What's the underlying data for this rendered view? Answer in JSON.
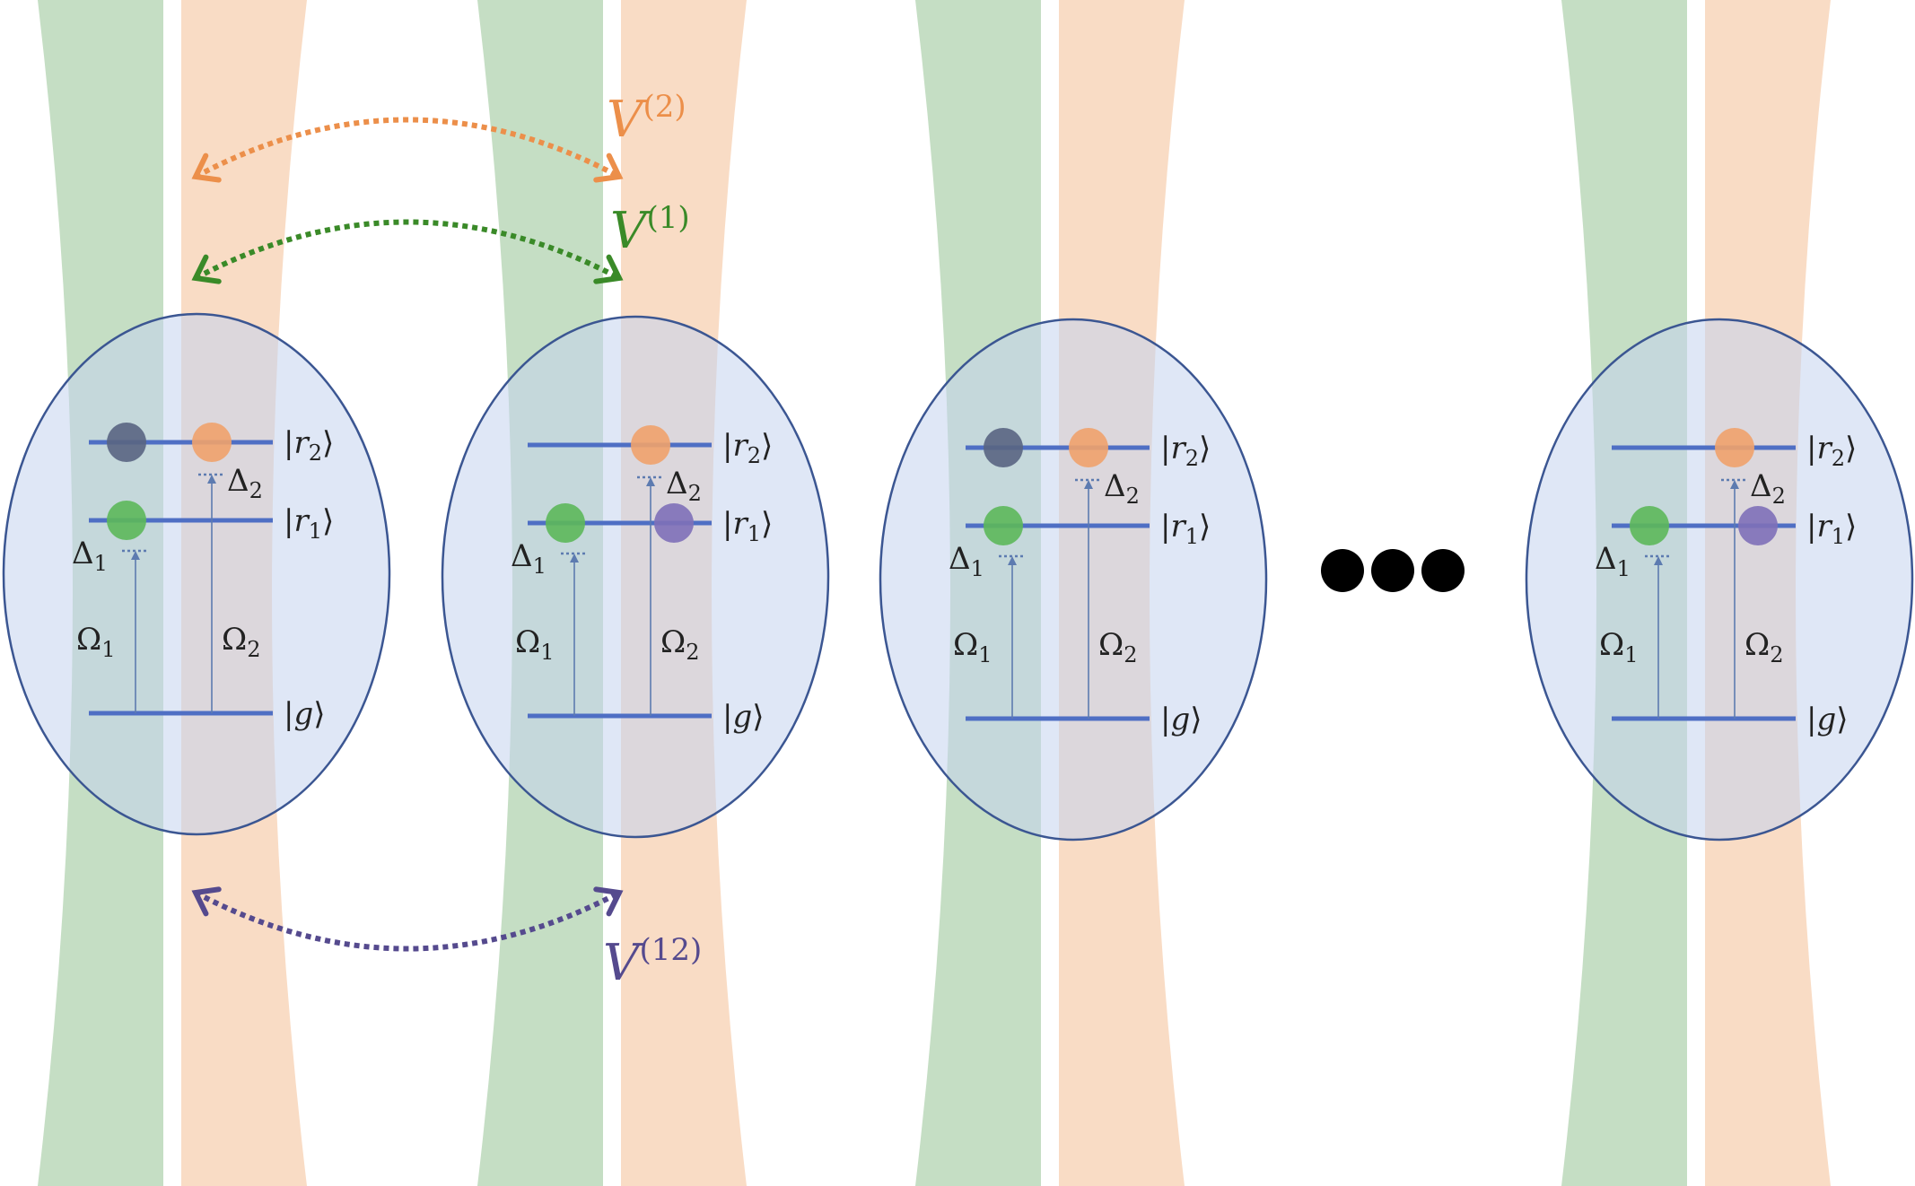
{
  "colors": {
    "green_beam": "#c5dec4",
    "orange_beam": "#f9dcc5",
    "ellipse_fill": "#c5d3ee",
    "ellipse_stroke": "#3b5692",
    "level_line": "#4f6fc4",
    "laser_line": "#5d7bb0",
    "atom_green": "#5cb85a",
    "atom_orange": "#f0a26b",
    "atom_dark": "#596582",
    "atom_purple": "#7e70b8",
    "v1": "#3a8a28",
    "v2": "#ec8f4a",
    "v12": "#554a8e"
  },
  "sites": [
    {
      "levels": {
        "r2": "r",
        "r2_sub": "2",
        "r1": "r",
        "r1_sub": "1",
        "g": "g"
      },
      "labels": {
        "delta1": "Δ",
        "delta1_sub": "1",
        "delta2": "Δ",
        "delta2_sub": "2",
        "omega1": "Ω",
        "omega1_sub": "1",
        "omega2": "Ω",
        "omega2_sub": "2"
      },
      "atoms": [
        {
          "level": "r2",
          "beam": "green",
          "color": "atom_dark"
        },
        {
          "level": "r2",
          "beam": "orange",
          "color": "atom_orange"
        },
        {
          "level": "r1",
          "beam": "green",
          "color": "atom_green"
        }
      ]
    },
    {
      "levels": {
        "r2": "r",
        "r2_sub": "2",
        "r1": "r",
        "r1_sub": "1",
        "g": "g"
      },
      "labels": {
        "delta1": "Δ",
        "delta1_sub": "1",
        "delta2": "Δ",
        "delta2_sub": "2",
        "omega1": "Ω",
        "omega1_sub": "1",
        "omega2": "Ω",
        "omega2_sub": "2"
      },
      "atoms": [
        {
          "level": "r2",
          "beam": "orange",
          "color": "atom_orange"
        },
        {
          "level": "r1",
          "beam": "green",
          "color": "atom_green"
        },
        {
          "level": "r1",
          "beam": "orange",
          "color": "atom_purple"
        }
      ]
    },
    {
      "levels": {
        "r2": "r",
        "r2_sub": "2",
        "r1": "r",
        "r1_sub": "1",
        "g": "g"
      },
      "labels": {
        "delta1": "Δ",
        "delta1_sub": "1",
        "delta2": "Δ",
        "delta2_sub": "2",
        "omega1": "Ω",
        "omega1_sub": "1",
        "omega2": "Ω",
        "omega2_sub": "2"
      },
      "atoms": [
        {
          "level": "r2",
          "beam": "green",
          "color": "atom_dark"
        },
        {
          "level": "r2",
          "beam": "orange",
          "color": "atom_orange"
        },
        {
          "level": "r1",
          "beam": "green",
          "color": "atom_green"
        }
      ]
    },
    {
      "levels": {
        "r2": "r",
        "r2_sub": "2",
        "r1": "r",
        "r1_sub": "1",
        "g": "g"
      },
      "labels": {
        "delta1": "Δ",
        "delta1_sub": "1",
        "delta2": "Δ",
        "delta2_sub": "2",
        "omega1": "Ω",
        "omega1_sub": "1",
        "omega2": "Ω",
        "omega2_sub": "2"
      },
      "atoms": [
        {
          "level": "r2",
          "beam": "orange",
          "color": "atom_orange"
        },
        {
          "level": "r1",
          "beam": "green",
          "color": "atom_green"
        },
        {
          "level": "r1",
          "beam": "orange",
          "color": "atom_purple"
        }
      ]
    }
  ],
  "interactions": {
    "v2": {
      "symbol": "V",
      "sup": "(2)"
    },
    "v1": {
      "symbol": "V",
      "sup": "(1)"
    },
    "v12": {
      "symbol": "V",
      "sup": "(12)"
    }
  },
  "ellipsis_dots": 3
}
